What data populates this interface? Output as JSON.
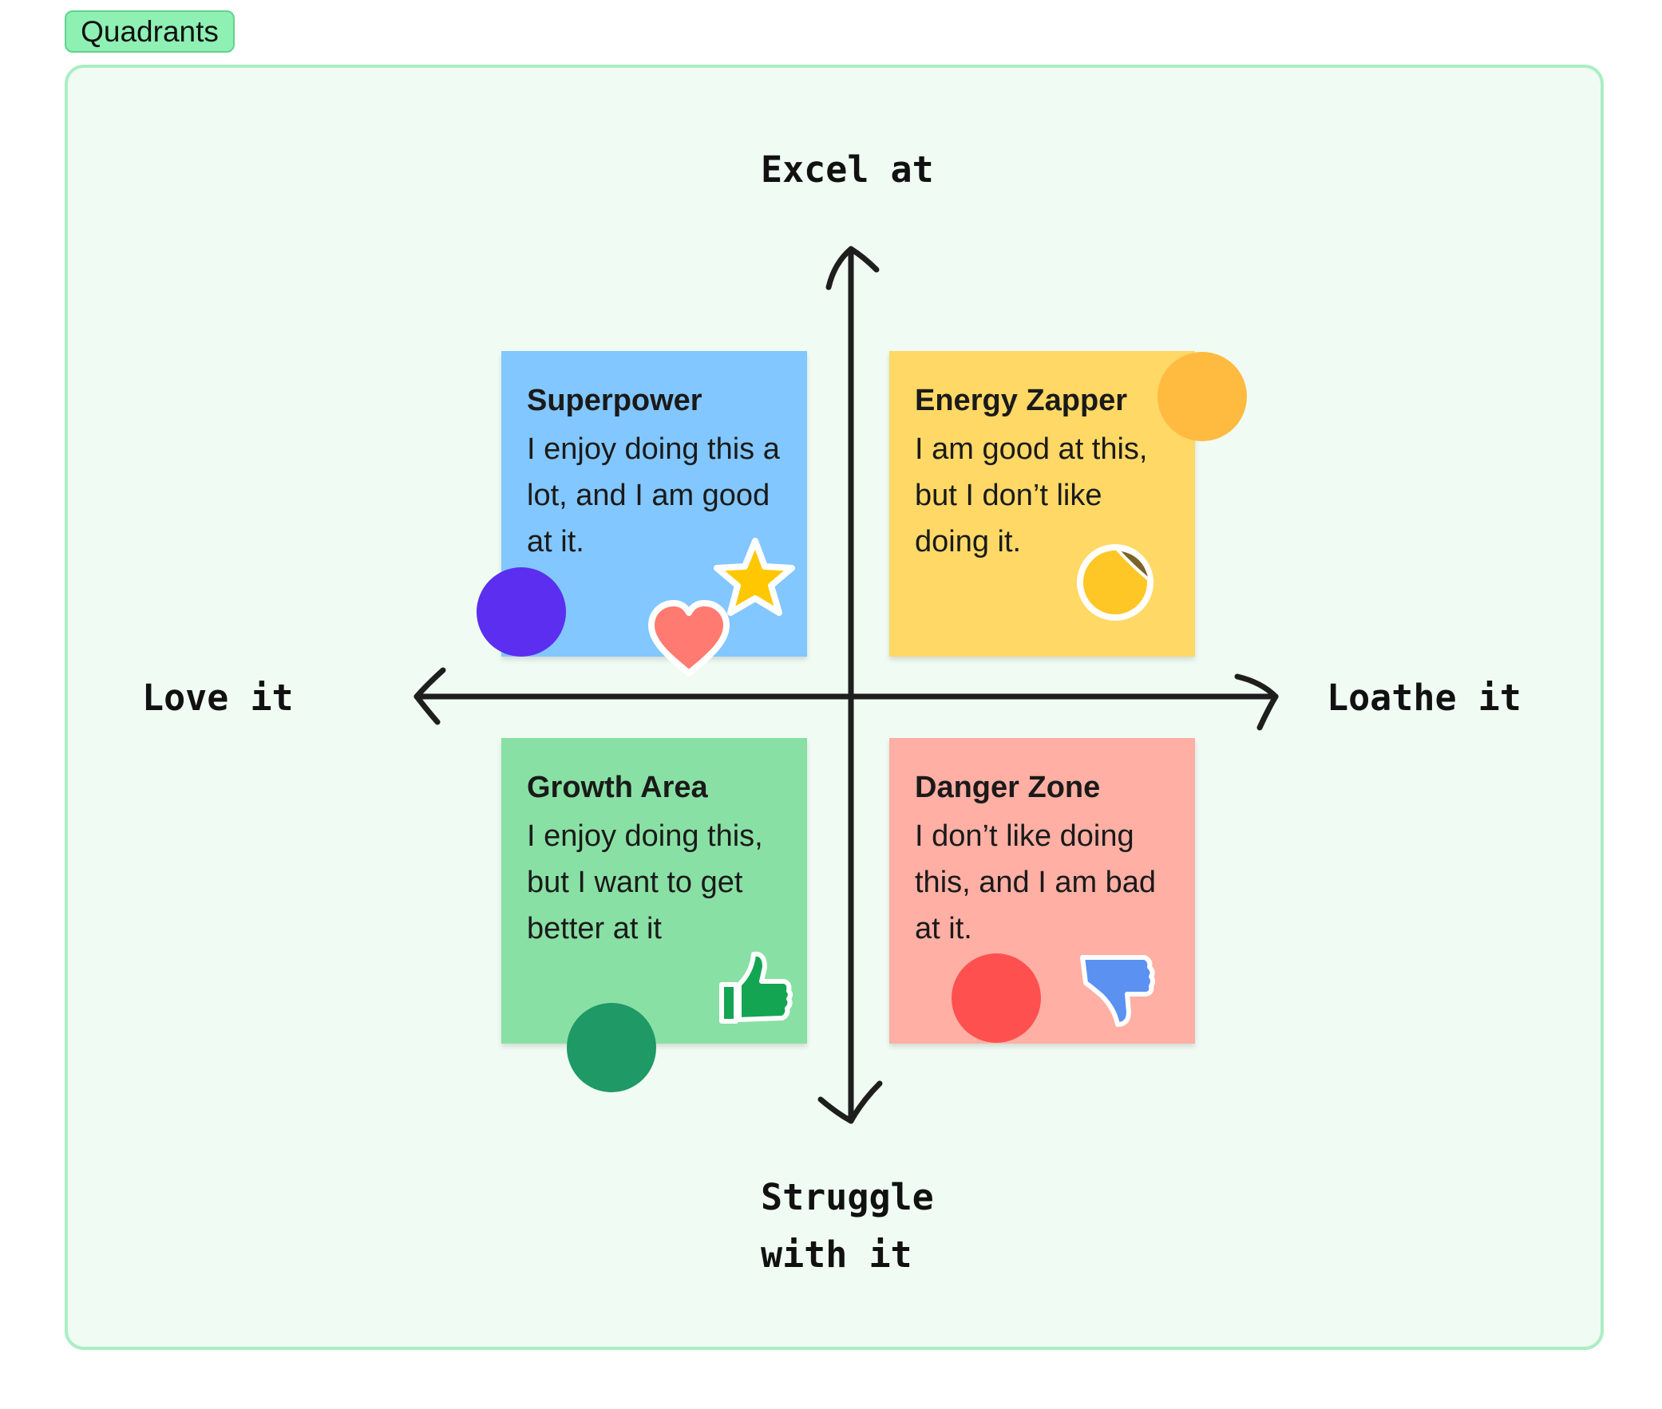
{
  "tag": {
    "label": "Quadrants"
  },
  "axes": {
    "top": "Excel at",
    "left": "Love it",
    "right": "Loathe it",
    "bottom": "Struggle with it"
  },
  "notes": [
    {
      "title": "Superpower",
      "body": "I enjoy doing this a lot, and I am good at it.",
      "color": "#82c7ff"
    },
    {
      "title": "Energy Zapper",
      "body": "I am good at this, but I don’t like doing it.",
      "color": "#ffd866"
    },
    {
      "title": "Growth Area",
      "body": "I enjoy doing this, but I want to get better at it",
      "color": "#89e0a4"
    },
    {
      "title": "Danger Zone",
      "body": "I don’t like doing this, and I am bad at it.",
      "color": "#ffafa3"
    }
  ],
  "stickers": [
    "star-icon",
    "heart-icon",
    "sticker-peel-icon",
    "thumbs-up-icon",
    "thumbs-down-icon"
  ],
  "dots": [
    "#5b2ef0",
    "#ffbb40",
    "#1f9965",
    "#ff5050"
  ]
}
